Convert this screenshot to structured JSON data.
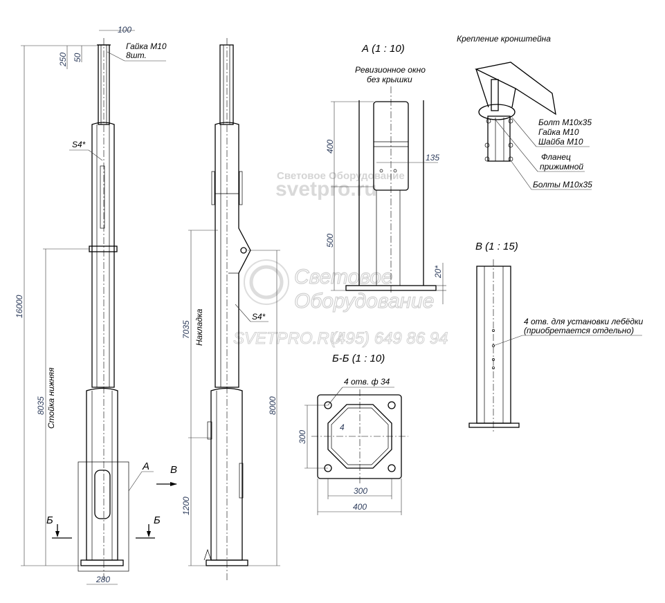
{
  "main_view": {
    "dim_top_width": "100",
    "dim_top_250": "250",
    "dim_top_50": "50",
    "nut_label": "Гайка М10",
    "nut_qty": "8шт.",
    "thickness_label": "S4*",
    "dim_total_height": "16000",
    "dim_lower_height": "8035",
    "lower_post_label": "Стойка нижняя",
    "dim_base_width": "280",
    "callout_a": "А",
    "section_mark_left": "Б",
    "section_mark_right": "Б",
    "view_arrow_label": "В"
  },
  "side_view": {
    "dim_overlay": "7035",
    "overlay_label": "Накладка",
    "thickness_label": "S4*",
    "dim_8000": "8000",
    "dim_1200": "1200"
  },
  "detail_a": {
    "title": "А (1 : 10)",
    "note_line1": "Ревизионное окно",
    "note_line2": "без крышки",
    "dim_400": "400",
    "dim_135": "135",
    "dim_500": "500",
    "dim_20": "20*"
  },
  "bracket_detail": {
    "title": "Крепление кронштейна",
    "bolt": "Болт М10х35",
    "nut": "Гайка М10",
    "washer": "Шайба М10",
    "flange_line1": "Фланец",
    "flange_line2": "прижимной",
    "bolts": "Болты М10х35"
  },
  "section_bb": {
    "title": "Б-Б (1 : 10)",
    "holes_label": "4 отв. ф 34",
    "dim_300_vertical": "300",
    "dim_4": "4",
    "dim_300_horizontal": "300",
    "dim_400": "400"
  },
  "detail_v": {
    "title": "В (1 : 15)",
    "note_line1": "4 отв. для установки лебёдки",
    "note_line2": "(приобретается отдельно)"
  },
  "watermark": {
    "small_name": "Световое Оборудование",
    "small_site": "svetpro.ru",
    "big_line1": "Световое",
    "big_line2": "Оборудование",
    "contact_site": "SVETPRO.RU",
    "contact_phone": "(495) 649 86 94"
  }
}
